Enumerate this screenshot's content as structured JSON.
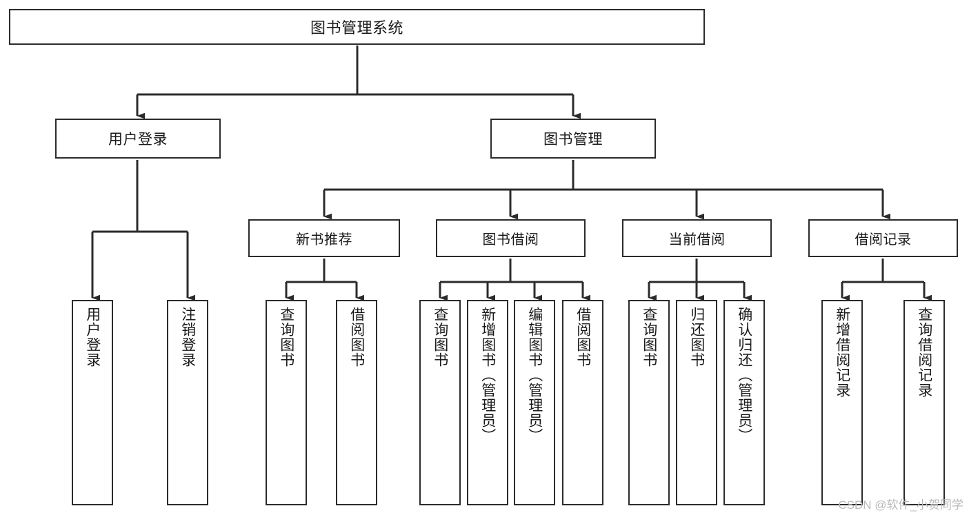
{
  "diagram": {
    "title": "图书管理系统",
    "type": "tree-hierarchy-chart",
    "watermark": "CSDN @软件_小贺同学",
    "colors": {
      "box_border": "#2b2b2b",
      "box_fill": "#ffffff",
      "connector": "#2b2b2b",
      "background": "#ffffff",
      "watermark_text": "#b9b9b9"
    },
    "root": {
      "label": "图书管理系统"
    },
    "level1": [
      {
        "label": "用户登录"
      },
      {
        "label": "图书管理"
      }
    ],
    "level2": [
      {
        "label": "新书推荐"
      },
      {
        "label": "图书借阅"
      },
      {
        "label": "当前借阅"
      },
      {
        "label": "借阅记录"
      }
    ],
    "leaves": {
      "user_login": [
        {
          "label": "用户登录"
        },
        {
          "label": "注销登录"
        }
      ],
      "new_book_recommend": [
        {
          "label": "查询图书"
        },
        {
          "label": "借阅图书"
        }
      ],
      "book_borrow": [
        {
          "label": "查询图书"
        },
        {
          "label": "新增图书（管理员）"
        },
        {
          "label": "编辑图书（管理员）"
        },
        {
          "label": "借阅图书"
        }
      ],
      "current_borrow": [
        {
          "label": "查询图书"
        },
        {
          "label": "归还图书"
        },
        {
          "label": "确认归还（管理员）"
        }
      ],
      "borrow_records": [
        {
          "label": "新增借阅记录"
        },
        {
          "label": "查询借阅记录"
        }
      ]
    }
  }
}
